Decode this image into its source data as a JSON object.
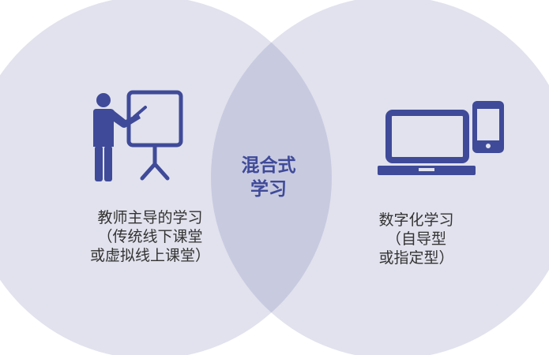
{
  "left": {
    "lines": [
      "教师主导的学习",
      "（传统线下课堂",
      "或虚拟线上课堂）"
    ],
    "icon": "teacher-at-whiteboard-icon"
  },
  "right": {
    "lines": [
      "数字化学习",
      "（自导型",
      "或指定型）"
    ],
    "icons": [
      "laptop-icon",
      "smartphone-icon"
    ]
  },
  "center": {
    "lines": [
      "混合式",
      "学习"
    ]
  },
  "colors": {
    "circle_fill": "#e1e2ed",
    "overlap_fill": "#c8cae0",
    "icon": "#3f4a99",
    "center_text": "#3f4a99",
    "caption_text": "#333333"
  }
}
